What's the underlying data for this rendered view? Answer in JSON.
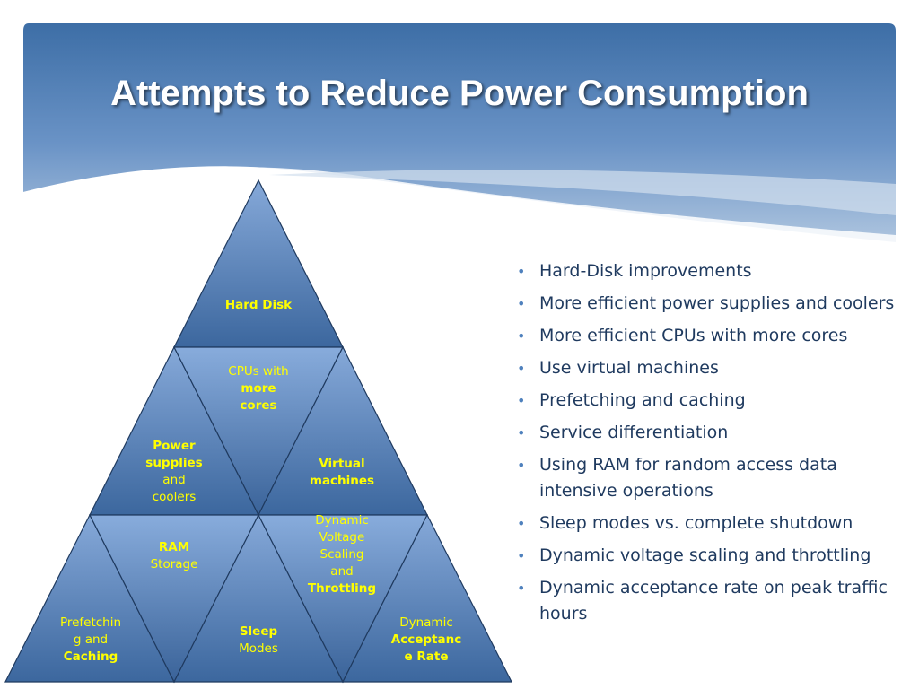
{
  "slide": {
    "title": "Attempts to Reduce Power Consumption"
  },
  "pyramid": {
    "hard_disk": {
      "bold": "Hard Disk"
    },
    "cpus": {
      "pre": "CPUs with",
      "bold1": "more",
      "bold2": "cores"
    },
    "power": {
      "bold1": "Power",
      "bold2": "supplies",
      "plain1": "and",
      "plain2": "coolers"
    },
    "virtual": {
      "bold1": "Virtual",
      "bold2": "machines"
    },
    "ram": {
      "bold": "RAM",
      "plain": "Storage"
    },
    "dvs": {
      "plain1": "Dynamic",
      "plain2": "Voltage",
      "plain3": "Scaling",
      "plain4": "and",
      "bold": "Throttling"
    },
    "prefetch": {
      "plain1": "Prefetchin",
      "plain2": "g and",
      "bold": "Caching"
    },
    "sleep": {
      "bold": "Sleep",
      "plain": "Modes"
    },
    "accept": {
      "plain": "Dynamic",
      "bold1": "Acceptanc",
      "bold2": "e Rate"
    }
  },
  "bullets": [
    "Hard-Disk improvements",
    "More efficient power supplies and coolers",
    "More efficient CPUs with more cores",
    "Use virtual machines",
    "Prefetching and caching",
    "Service differentiation",
    "Using RAM for random access data intensive operations",
    "Sleep modes vs. complete shutdown",
    "Dynamic voltage scaling and throttling",
    "Dynamic acceptance rate on peak traffic hours"
  ],
  "colors": {
    "banner_top": "#3d6ea6",
    "banner_bottom": "#a9c1dc",
    "triangle_light": "#7fa4d6",
    "triangle_dark": "#3b679f",
    "label_yellow": "#ffff00",
    "bullet_text": "#1f3a5f",
    "bullet_dot": "#4f81bd"
  }
}
